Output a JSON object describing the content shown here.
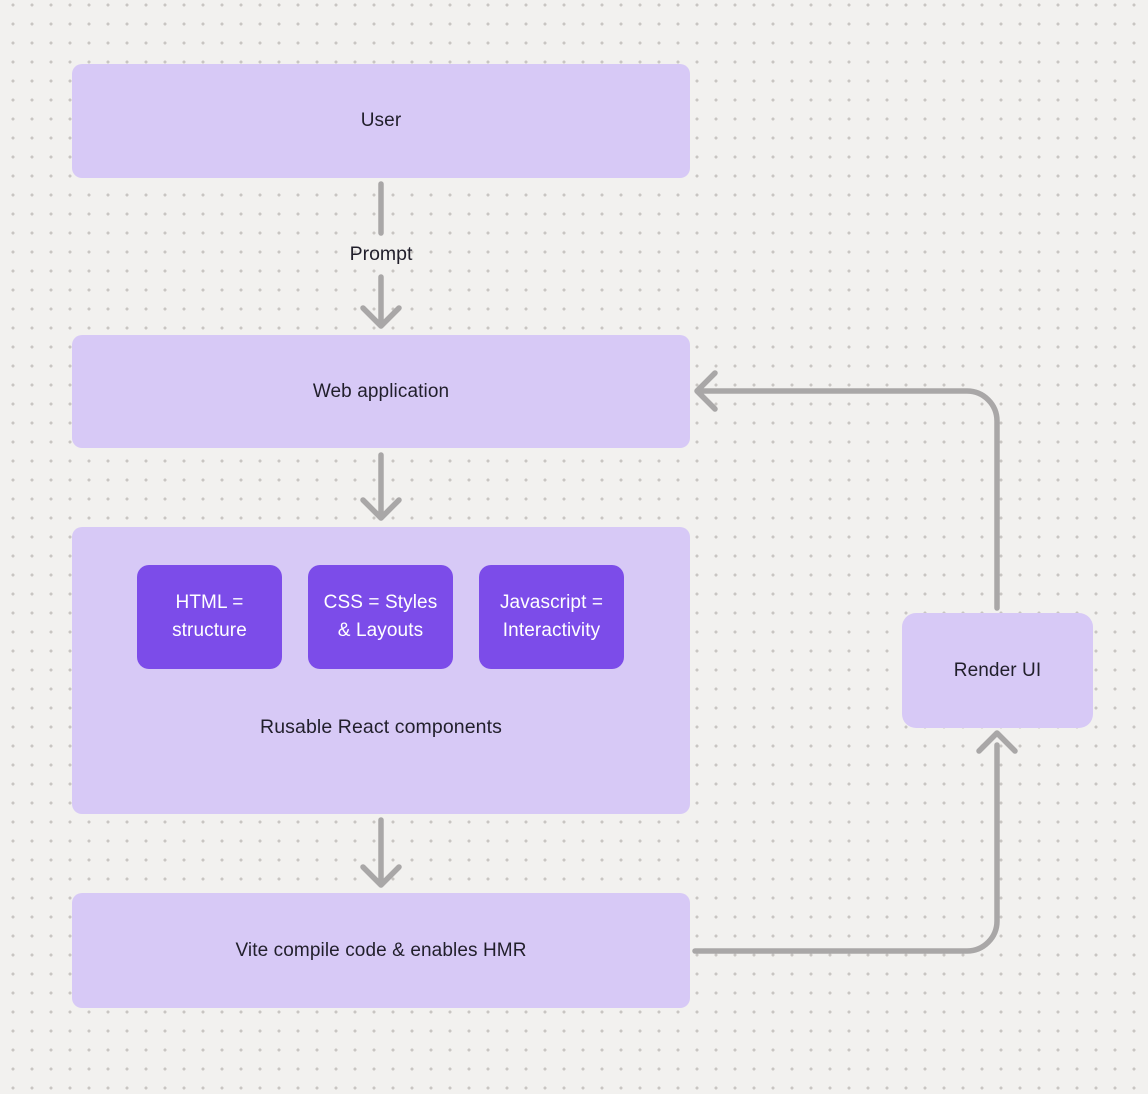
{
  "diagram": {
    "nodes": {
      "user": {
        "label": "User"
      },
      "web_application": {
        "label": "Web application"
      },
      "components_group": {
        "caption": "Rusable React components",
        "items": [
          {
            "label": "HTML = structure"
          },
          {
            "label": "CSS = Styles & Layouts"
          },
          {
            "label": "Javascript = Interactivity"
          }
        ]
      },
      "vite": {
        "label": "Vite compile code & enables HMR"
      },
      "render_ui": {
        "label": "Render UI"
      }
    },
    "edges": {
      "prompt_label": "Prompt"
    },
    "colors": {
      "background": "#f2f1ef",
      "dot": "#c8c5c2",
      "node_fill": "#d7c9f6",
      "inner_node_fill": "#7c4ce9",
      "inner_node_text": "#ffffff",
      "text": "#211f2b",
      "connector": "#a9a7a7"
    }
  }
}
